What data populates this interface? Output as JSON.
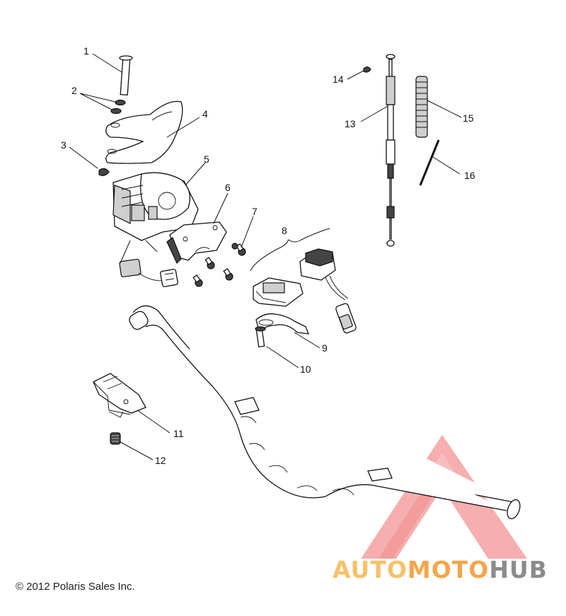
{
  "diagram": {
    "callouts": [
      {
        "id": "1",
        "label": "1"
      },
      {
        "id": "2",
        "label": "2"
      },
      {
        "id": "3",
        "label": "3"
      },
      {
        "id": "4",
        "label": "4"
      },
      {
        "id": "5",
        "label": "5"
      },
      {
        "id": "6",
        "label": "6"
      },
      {
        "id": "7",
        "label": "7"
      },
      {
        "id": "8",
        "label": "8"
      },
      {
        "id": "9",
        "label": "9"
      },
      {
        "id": "10",
        "label": "10"
      },
      {
        "id": "11",
        "label": "11"
      },
      {
        "id": "12",
        "label": "12"
      },
      {
        "id": "13",
        "label": "13"
      },
      {
        "id": "14",
        "label": "14"
      },
      {
        "id": "15",
        "label": "15"
      },
      {
        "id": "16",
        "label": "16"
      }
    ]
  },
  "footer": {
    "copyright": "© 2012 Polaris Sales Inc."
  },
  "watermark": {
    "brand_part1": "AUTO",
    "brand_part2": "MOTO",
    "brand_part3": "HUB",
    "colors": {
      "logo_red": "#f08080",
      "auto": "#f5c26b",
      "moto": "#f3a64a",
      "hub": "#8c8c8c"
    }
  }
}
